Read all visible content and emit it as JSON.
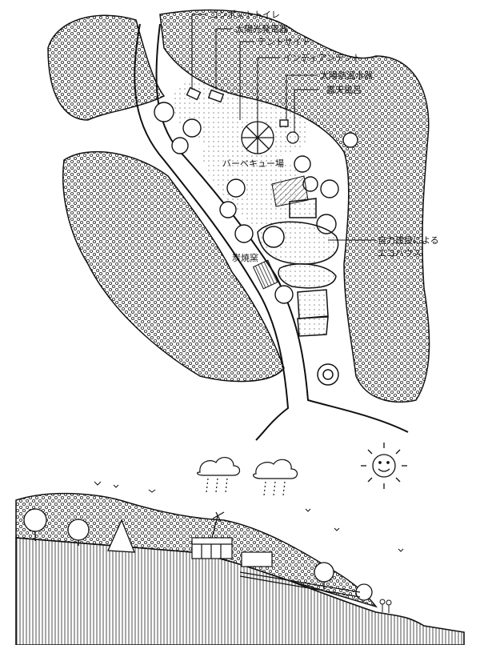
{
  "plan": {
    "labels": {
      "compost_toilet": "コンポストトイレ",
      "solar_generator": "太陽光発電器",
      "tent_site": "テントサイト",
      "indian_tent": "インディアンテント",
      "solar_water_heater": "太陽熱温水器",
      "outdoor_bath": "露天風呂",
      "bbq_area": "バーベキュー場",
      "charcoal_kiln": "炭焼窯",
      "eco_house_line1": "自力建設による",
      "eco_house_line2": "エコハウス"
    }
  },
  "section": {
    "sun_icon": "smiling-sun-icon",
    "cloud_icon": "rain-cloud-icon"
  }
}
